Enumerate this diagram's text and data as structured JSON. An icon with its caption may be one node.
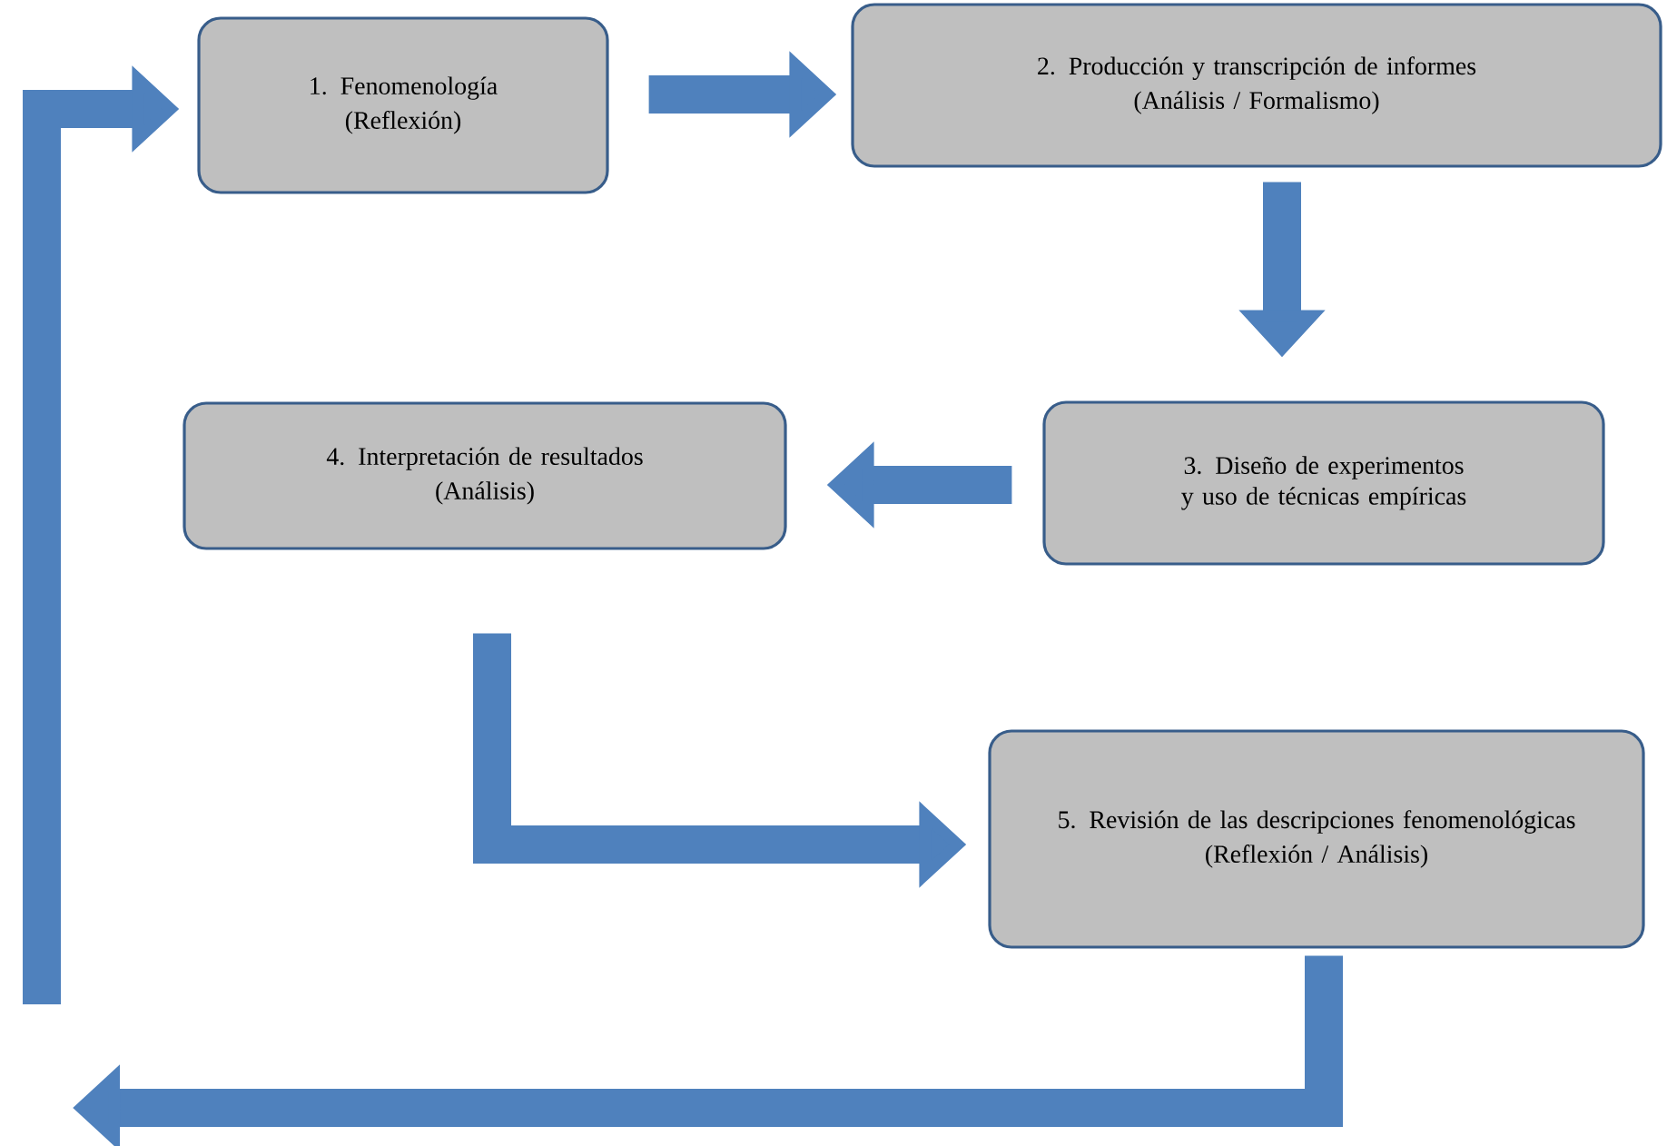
{
  "diagram": {
    "nodes": [
      {
        "text": [
          "1. Fenomenología",
          "(Reflexión)"
        ]
      },
      {
        "text": [
          "2. Producción y transcripción de informes",
          "(Análisis / Formalismo)"
        ]
      },
      {
        "text": [
          "3. Diseño de experimentos y uso de técnicas empíricas"
        ]
      },
      {
        "text": [
          "4. Interpretación de resultados",
          "(Análisis)"
        ]
      },
      {
        "text": [
          "5. Revisión de las descripciones fenomenológicas",
          "(Reflexión / Análisis)"
        ]
      }
    ],
    "edges": [
      {
        "from": 0,
        "to": 1,
        "arrow": "to"
      },
      {
        "from": 1,
        "to": 2,
        "arrow": "to"
      },
      {
        "from": 2,
        "to": 3,
        "arrow": "to"
      },
      {
        "from": 3,
        "to": 4,
        "arrow": "to"
      },
      {
        "from": 4,
        "to": null,
        "arrow": "to"
      },
      {
        "from": null,
        "to": 0,
        "arrow": "to"
      }
    ]
  }
}
